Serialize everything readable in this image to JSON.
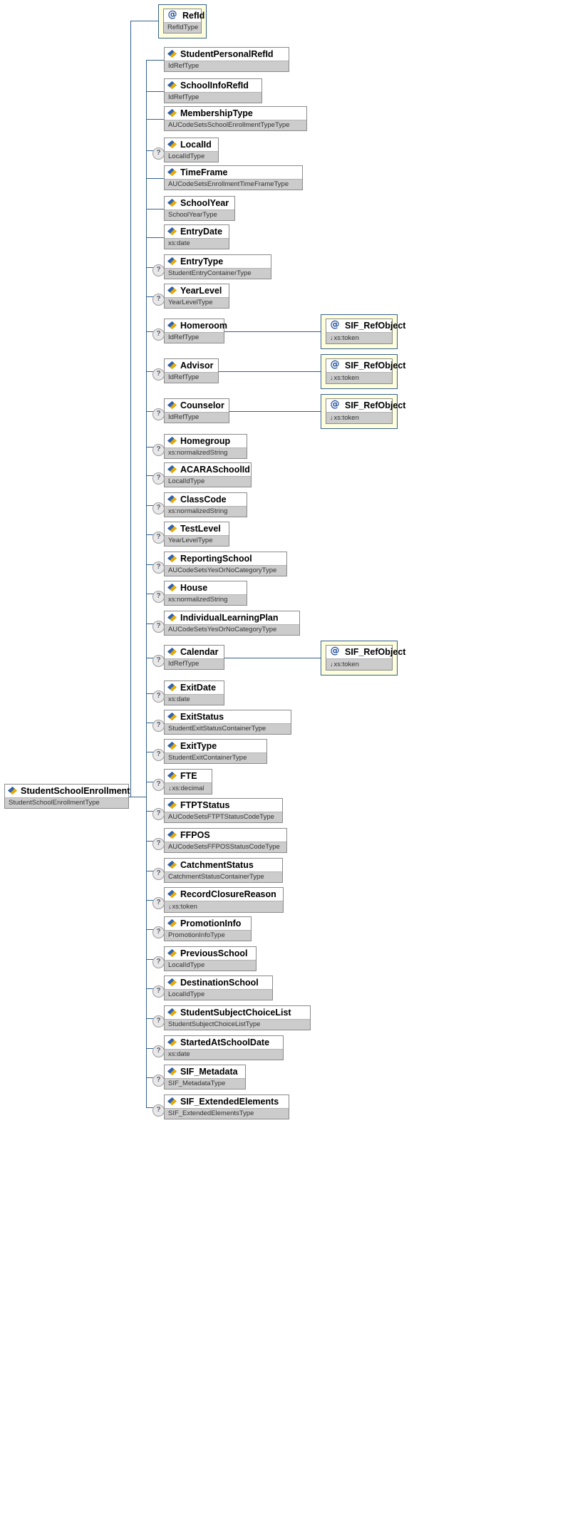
{
  "diagram": {
    "kind": "xml-schema-tree",
    "title": "StudentSchoolEnrollment",
    "icons": {
      "element": "element-icon",
      "attribute": "attribute-icon",
      "optional": "optional-question-icon",
      "derived": "derived-down-arrow-icon"
    },
    "colors": {
      "connector": "#34618e",
      "node_border": "#8a8a8a",
      "node_header_bg": "#ffffff",
      "node_type_bg": "#cccccc",
      "attribute_wrapper_bg": "#ffffdd",
      "attribute_wrapper_border": "#34618e",
      "optional_marker_bg": "#e8e8e8",
      "icon_blue": "#1f4e9c",
      "icon_gold": "#f0b400"
    }
  },
  "root": {
    "name": "StudentSchoolEnrollment",
    "type": "StudentSchoolEnrollmentType",
    "icon": "element",
    "optional": false
  },
  "attributes": [
    {
      "name": "RefId",
      "type": "RefIdType",
      "icon": "attribute",
      "optional": false,
      "derived": false
    }
  ],
  "children": [
    {
      "name": "StudentPersonalRefId",
      "type": "IdRefType",
      "icon": "element",
      "optional": false,
      "derived": false
    },
    {
      "name": "SchoolInfoRefId",
      "type": "IdRefType",
      "icon": "element",
      "optional": false,
      "derived": false
    },
    {
      "name": "MembershipType",
      "type": "AUCodeSetsSchoolEnrollmentTypeType",
      "icon": "element",
      "optional": false,
      "derived": false
    },
    {
      "name": "LocalId",
      "type": "LocalIdType",
      "icon": "element",
      "optional": true,
      "derived": false
    },
    {
      "name": "TimeFrame",
      "type": "AUCodeSetsEnrollmentTimeFrameType",
      "icon": "element",
      "optional": false,
      "derived": false
    },
    {
      "name": "SchoolYear",
      "type": "SchoolYearType",
      "icon": "element",
      "optional": false,
      "derived": false
    },
    {
      "name": "EntryDate",
      "type": "xs:date",
      "icon": "element",
      "optional": false,
      "derived": false
    },
    {
      "name": "EntryType",
      "type": "StudentEntryContainerType",
      "icon": "element",
      "optional": true,
      "derived": false
    },
    {
      "name": "YearLevel",
      "type": "YearLevelType",
      "icon": "element",
      "optional": true,
      "derived": false
    },
    {
      "name": "Homeroom",
      "type": "IdRefType",
      "icon": "element",
      "optional": true,
      "derived": false
    },
    {
      "name": "Advisor",
      "type": "IdRefType",
      "icon": "element",
      "optional": true,
      "derived": false
    },
    {
      "name": "Counselor",
      "type": "IdRefType",
      "icon": "element",
      "optional": true,
      "derived": false
    },
    {
      "name": "Homegroup",
      "type": "xs:normalizedString",
      "icon": "element",
      "optional": true,
      "derived": false
    },
    {
      "name": "ACARASchoolId",
      "type": "LocalIdType",
      "icon": "element",
      "optional": true,
      "derived": false
    },
    {
      "name": "ClassCode",
      "type": "xs:normalizedString",
      "icon": "element",
      "optional": true,
      "derived": false
    },
    {
      "name": "TestLevel",
      "type": "YearLevelType",
      "icon": "element",
      "optional": true,
      "derived": false
    },
    {
      "name": "ReportingSchool",
      "type": "AUCodeSetsYesOrNoCategoryType",
      "icon": "element",
      "optional": true,
      "derived": false
    },
    {
      "name": "House",
      "type": "xs:normalizedString",
      "icon": "element",
      "optional": true,
      "derived": false
    },
    {
      "name": "IndividualLearningPlan",
      "type": "AUCodeSetsYesOrNoCategoryType",
      "icon": "element",
      "optional": true,
      "derived": false
    },
    {
      "name": "Calendar",
      "type": "IdRefType",
      "icon": "element",
      "optional": true,
      "derived": false
    },
    {
      "name": "ExitDate",
      "type": "xs:date",
      "icon": "element",
      "optional": true,
      "derived": false
    },
    {
      "name": "ExitStatus",
      "type": "StudentExitStatusContainerType",
      "icon": "element",
      "optional": true,
      "derived": false
    },
    {
      "name": "ExitType",
      "type": "StudentExitContainerType",
      "icon": "element",
      "optional": true,
      "derived": false
    },
    {
      "name": "FTE",
      "type": "xs:decimal",
      "icon": "element",
      "optional": true,
      "derived": true
    },
    {
      "name": "FTPTStatus",
      "type": "AUCodeSetsFTPTStatusCodeType",
      "icon": "element",
      "optional": true,
      "derived": false
    },
    {
      "name": "FFPOS",
      "type": "AUCodeSetsFFPOSStatusCodeType",
      "icon": "element",
      "optional": true,
      "derived": false
    },
    {
      "name": "CatchmentStatus",
      "type": "CatchmentStatusContainerType",
      "icon": "element",
      "optional": true,
      "derived": false
    },
    {
      "name": "RecordClosureReason",
      "type": "xs:token",
      "icon": "element",
      "optional": true,
      "derived": true
    },
    {
      "name": "PromotionInfo",
      "type": "PromotionInfoType",
      "icon": "element",
      "optional": true,
      "derived": false
    },
    {
      "name": "PreviousSchool",
      "type": "LocalIdType",
      "icon": "element",
      "optional": true,
      "derived": false
    },
    {
      "name": "DestinationSchool",
      "type": "LocalIdType",
      "icon": "element",
      "optional": true,
      "derived": false
    },
    {
      "name": "StudentSubjectChoiceList",
      "type": "StudentSubjectChoiceListType",
      "icon": "element",
      "optional": true,
      "derived": false
    },
    {
      "name": "StartedAtSchoolDate",
      "type": "xs:date",
      "icon": "element",
      "optional": true,
      "derived": false
    },
    {
      "name": "SIF_Metadata",
      "type": "SIF_MetadataType",
      "icon": "element",
      "optional": true,
      "derived": false
    },
    {
      "name": "SIF_ExtendedElements",
      "type": "SIF_ExtendedElementsType",
      "icon": "element",
      "optional": true,
      "derived": false
    }
  ],
  "ref_objects": [
    {
      "name": "SIF_RefObject",
      "type": "xs:token",
      "icon": "attribute",
      "optional": false,
      "derived": true,
      "parent": "Homeroom"
    },
    {
      "name": "SIF_RefObject",
      "type": "xs:token",
      "icon": "attribute",
      "optional": false,
      "derived": true,
      "parent": "Advisor"
    },
    {
      "name": "SIF_RefObject",
      "type": "xs:token",
      "icon": "attribute",
      "optional": false,
      "derived": true,
      "parent": "Counselor"
    },
    {
      "name": "SIF_RefObject",
      "type": "xs:token",
      "icon": "attribute",
      "optional": false,
      "derived": true,
      "parent": "Calendar"
    }
  ]
}
